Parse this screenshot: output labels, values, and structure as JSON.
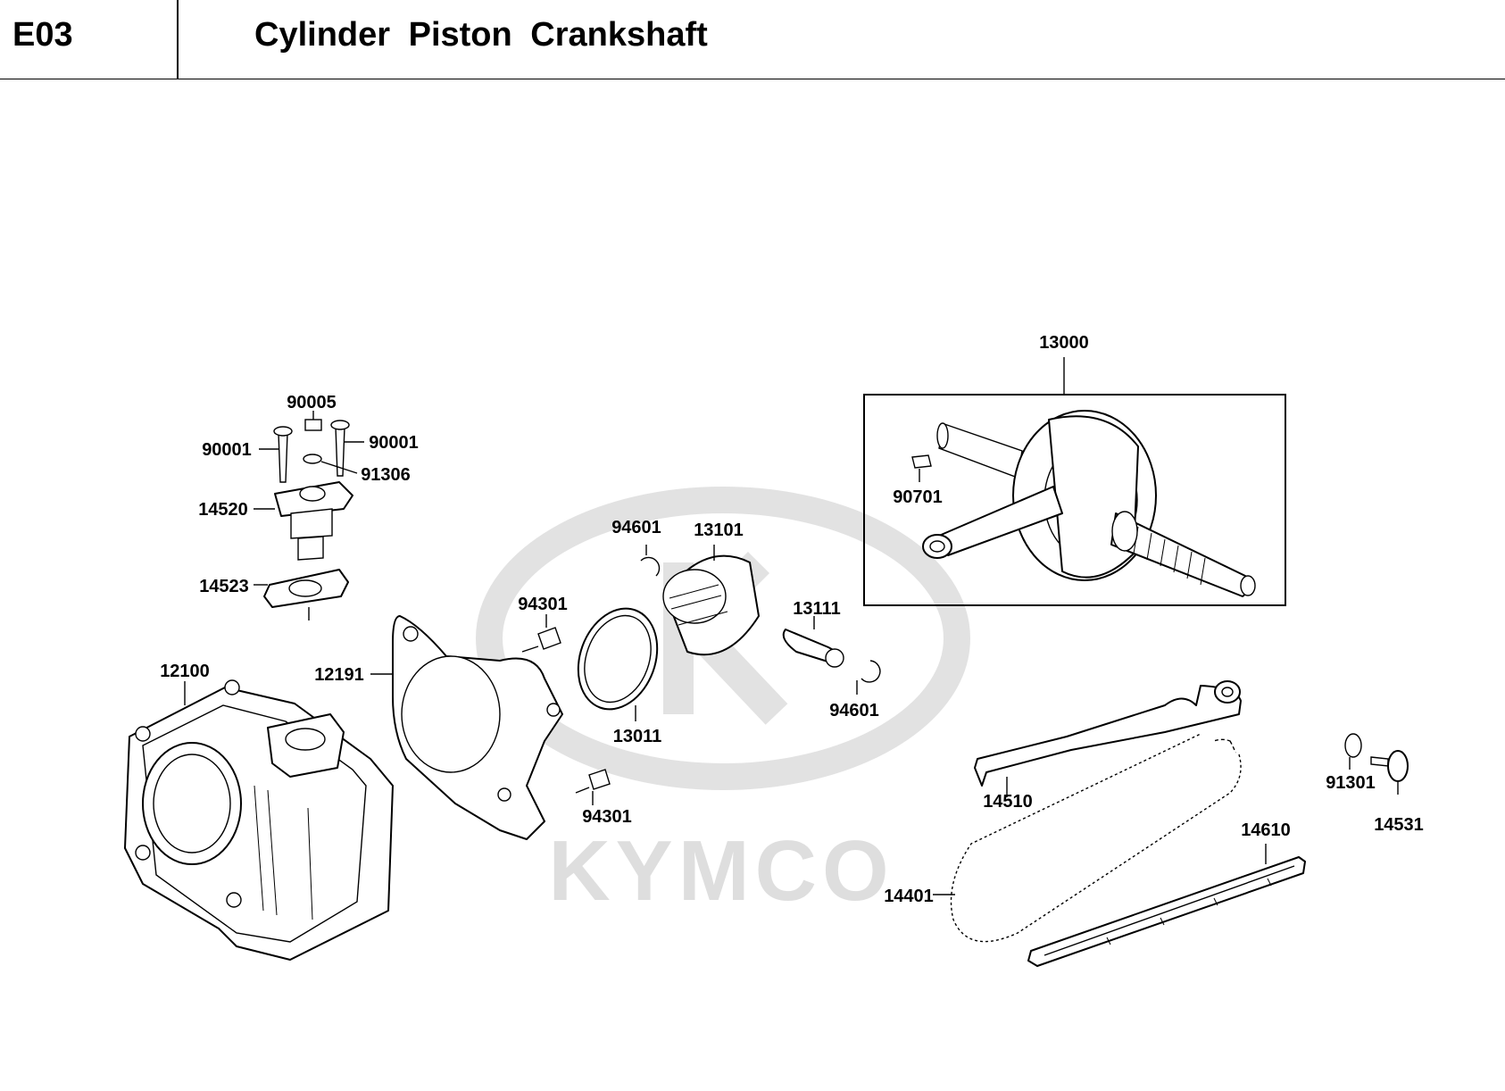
{
  "header": {
    "code": "E03",
    "title": "Cylinder  Piston  Crankshaft"
  },
  "watermark": {
    "text": "KYMCO",
    "color": "#dedede"
  },
  "callouts": {
    "p13000": "13000",
    "p90701": "90701",
    "p90005": "90005",
    "p90001_left": "90001",
    "p90001_right": "90001",
    "p91306": "91306",
    "p14520": "14520",
    "p14523": "14523",
    "p94601_top": "94601",
    "p13101": "13101",
    "p94301_top": "94301",
    "p13111": "13111",
    "p94601_right": "94601",
    "p12100": "12100",
    "p12191": "12191",
    "p13011": "13011",
    "p94301_bottom": "94301",
    "p14510": "14510",
    "p91301": "91301",
    "p14531": "14531",
    "p14610": "14610",
    "p14401": "14401"
  }
}
